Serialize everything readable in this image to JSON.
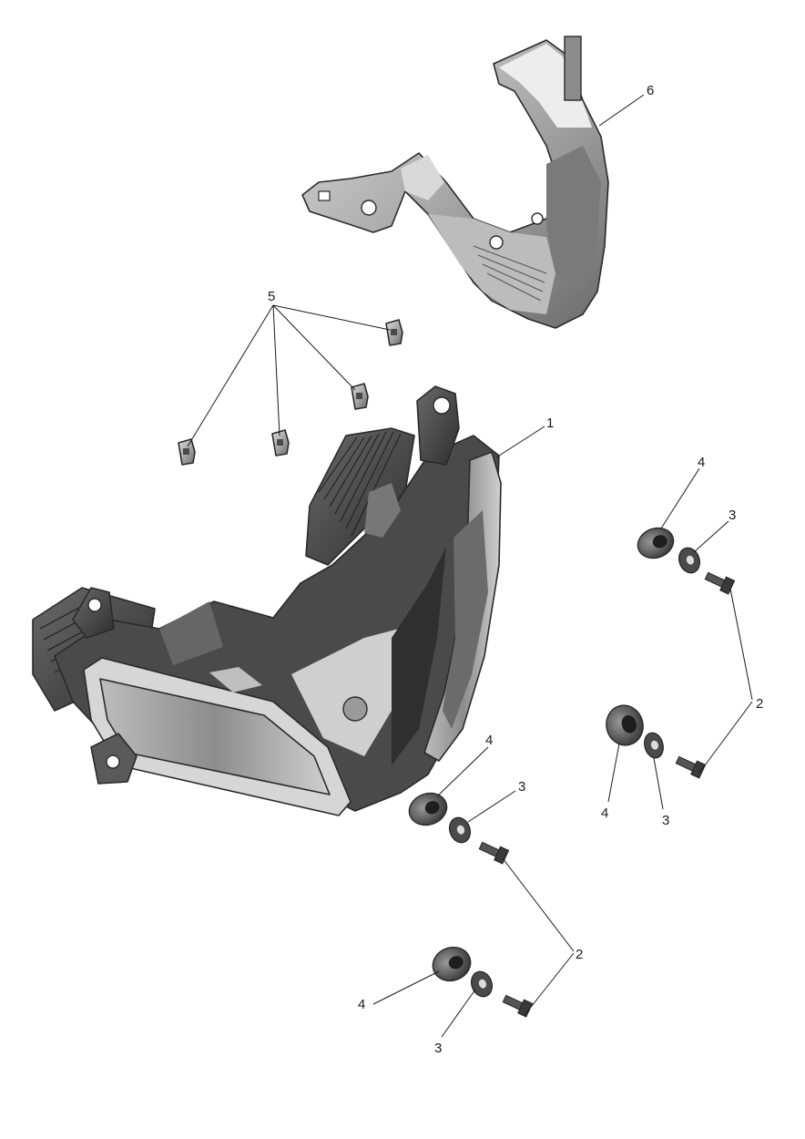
{
  "diagram": {
    "callouts": {
      "c1": "1",
      "c2a": "2",
      "c2b": "2",
      "c3a": "3",
      "c3b": "3",
      "c3c": "3",
      "c3d": "3",
      "c4a": "4",
      "c4b": "4",
      "c4c": "4",
      "c4d": "4",
      "c5": "5",
      "c6": "6"
    },
    "colors": {
      "metal_light": "#c9c9c9",
      "metal_mid": "#9a9a9a",
      "metal_dark": "#5e5e5e",
      "housing_dark": "#3c3c3c",
      "outline": "#2a2a2a"
    }
  }
}
